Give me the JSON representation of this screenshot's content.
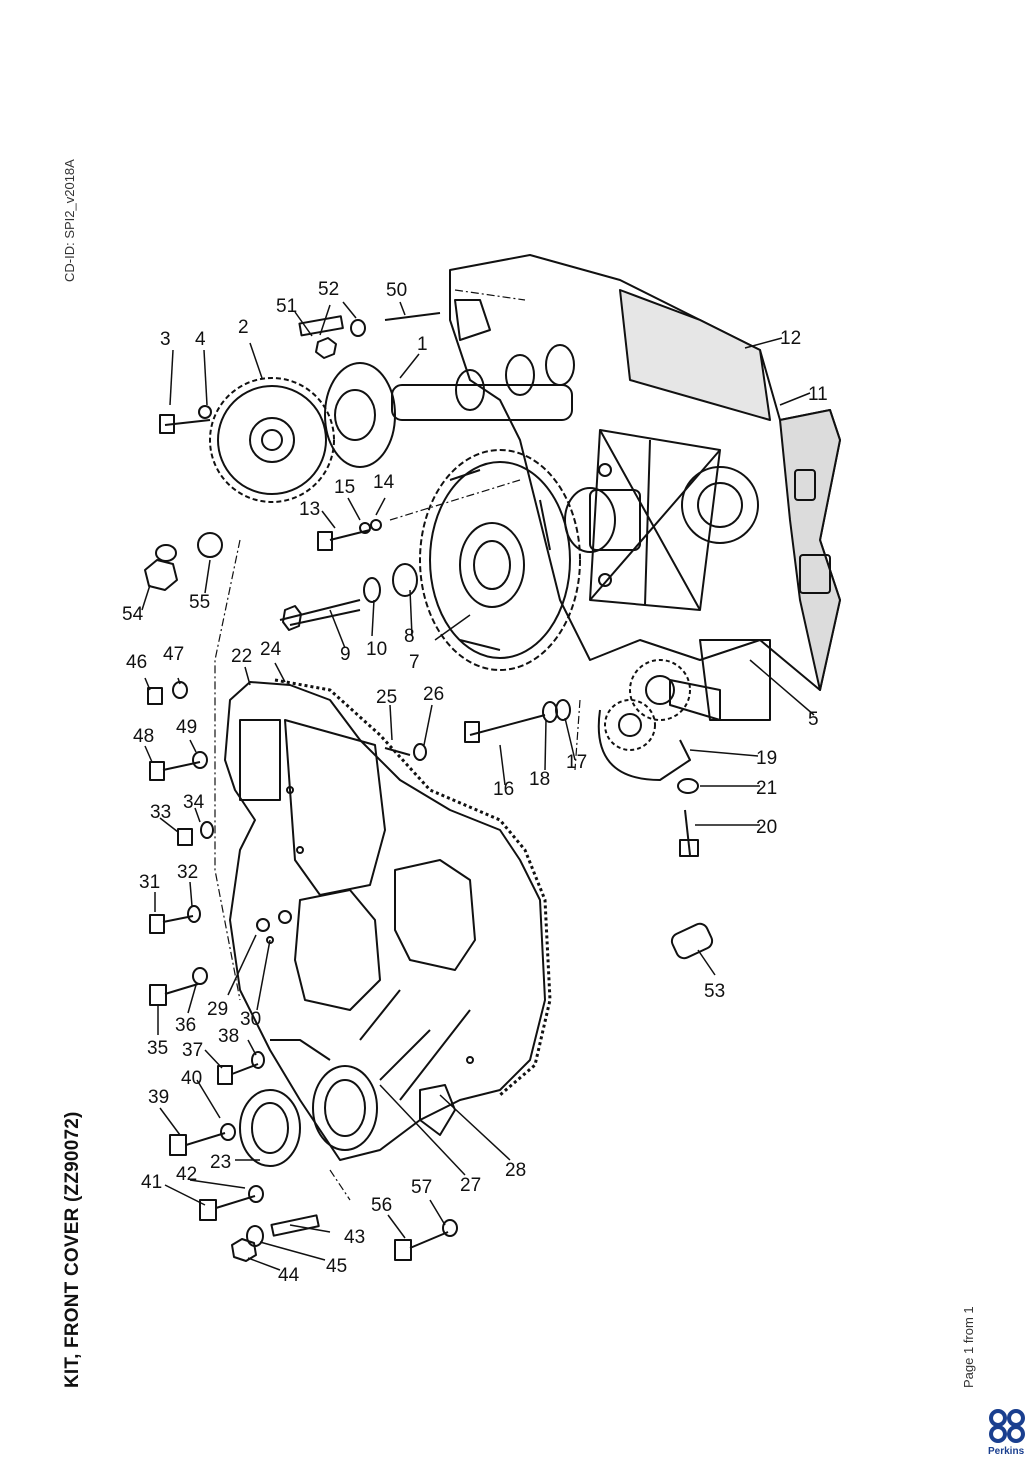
{
  "doc_id": "CD-ID: SPI2_v2018A",
  "title": "KIT, FRONT COVER (ZZ90072)",
  "page_info": "Page 1 from 1",
  "brand": "Perkins",
  "brand_color": "#1a3f8f",
  "callouts": [
    "1",
    "2",
    "3",
    "4",
    "5",
    "7",
    "8",
    "9",
    "10",
    "11",
    "12",
    "13",
    "14",
    "15",
    "16",
    "17",
    "18",
    "19",
    "20",
    "21",
    "22",
    "23",
    "24",
    "25",
    "26",
    "27",
    "28",
    "29",
    "30",
    "31",
    "32",
    "33",
    "34",
    "35",
    "36",
    "37",
    "38",
    "39",
    "40",
    "41",
    "42",
    "43",
    "44",
    "45",
    "46",
    "47",
    "48",
    "49",
    "50",
    "51",
    "52",
    "53",
    "54",
    "55",
    "56",
    "57"
  ]
}
